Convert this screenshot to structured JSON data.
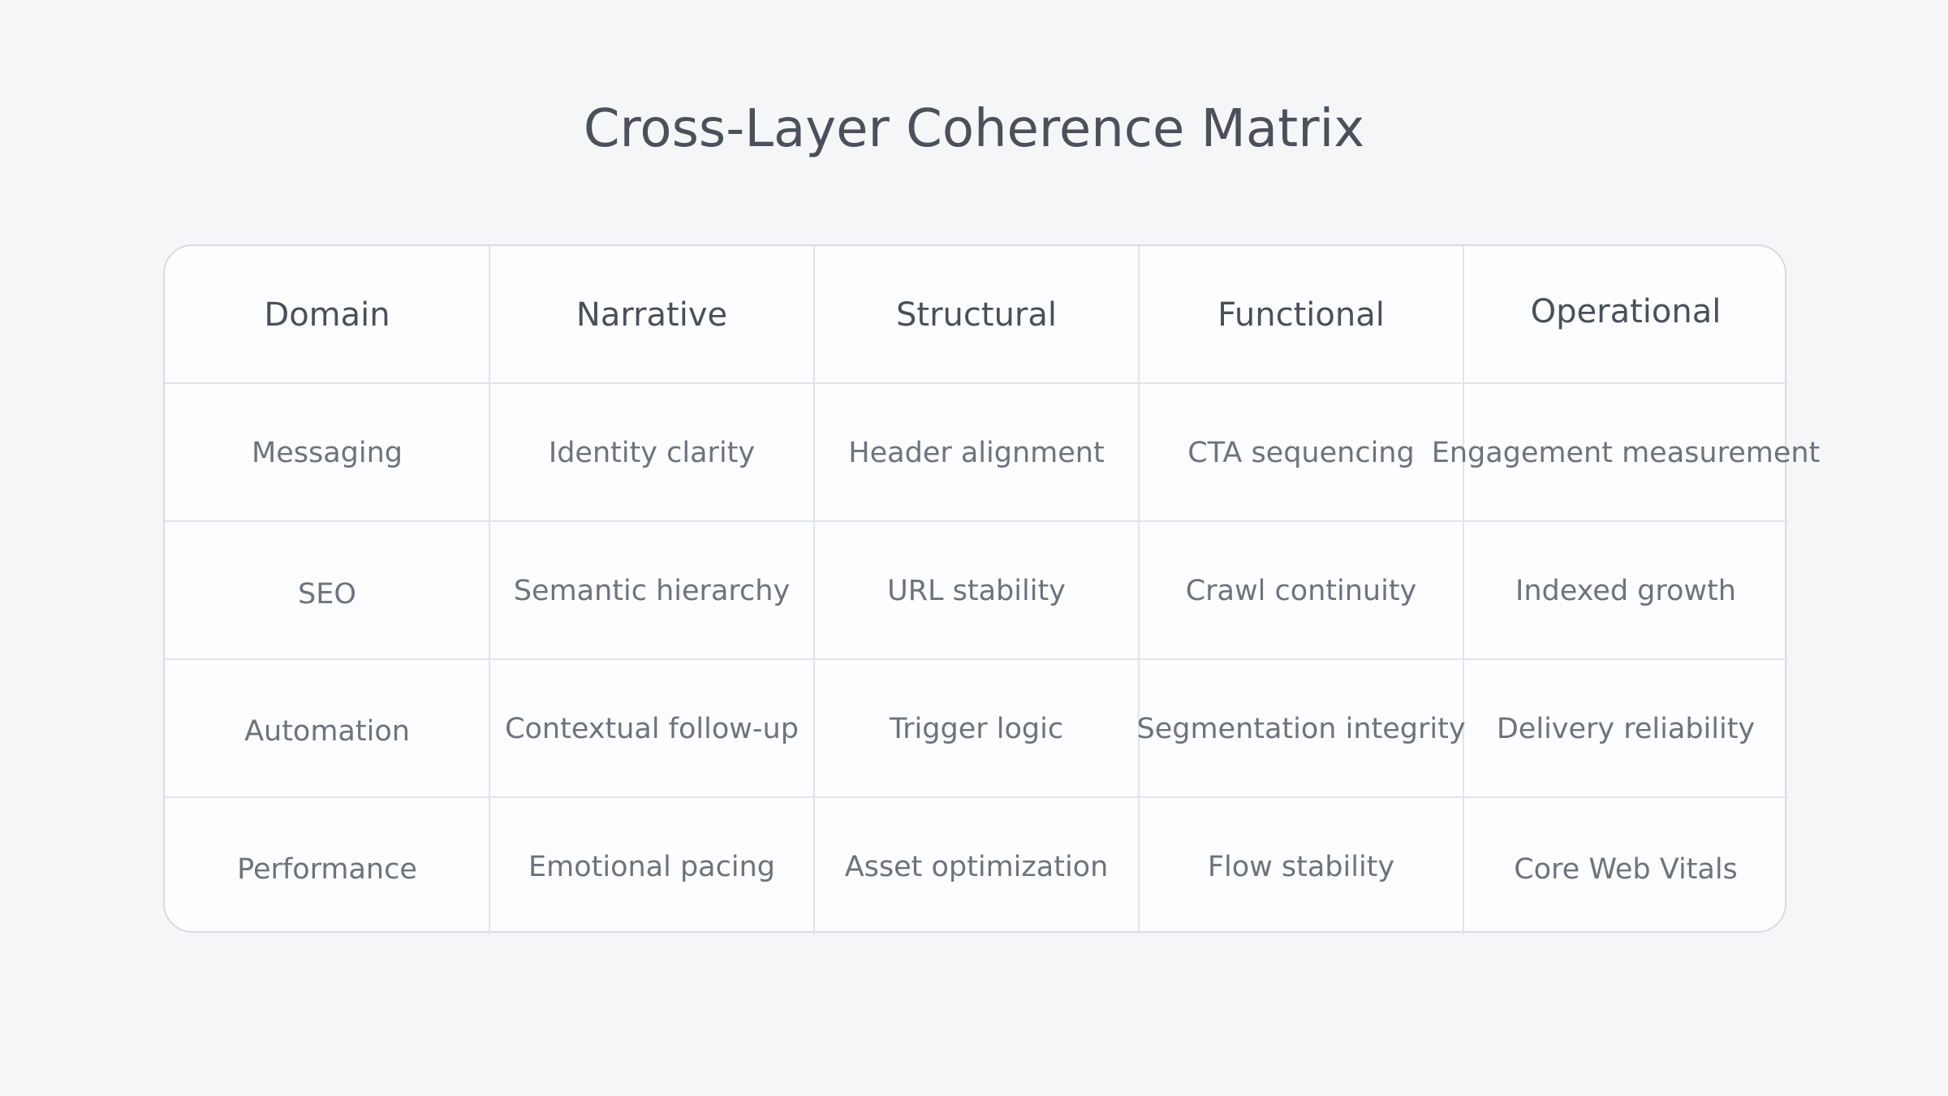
{
  "title": "Cross-Layer Coherence Matrix",
  "matrix": {
    "headers": [
      "Domain",
      "Narrative",
      "Structural",
      "Functional",
      "Operational"
    ],
    "rows": [
      [
        "Messaging",
        "Identity clarity",
        "Header alignment",
        "CTA sequencing",
        "Engagement measurement"
      ],
      [
        "SEO",
        "Semantic hierarchy",
        "URL stability",
        "Crawl continuity",
        "Indexed growth"
      ],
      [
        "Automation",
        "Contextual follow-up",
        "Trigger logic",
        "Segmentation integrity",
        "Delivery reliability"
      ],
      [
        "Performance",
        "Emotional pacing",
        "Asset optimization",
        "Flow stability",
        "Core Web Vitals"
      ]
    ]
  },
  "colors": {
    "background": "#f5f6f8",
    "card": "#fcfdff",
    "border": "#d8dbe0",
    "gridline": "#e1e4e8",
    "header_text": "#4a4f59",
    "body_text": "#6e727d"
  }
}
